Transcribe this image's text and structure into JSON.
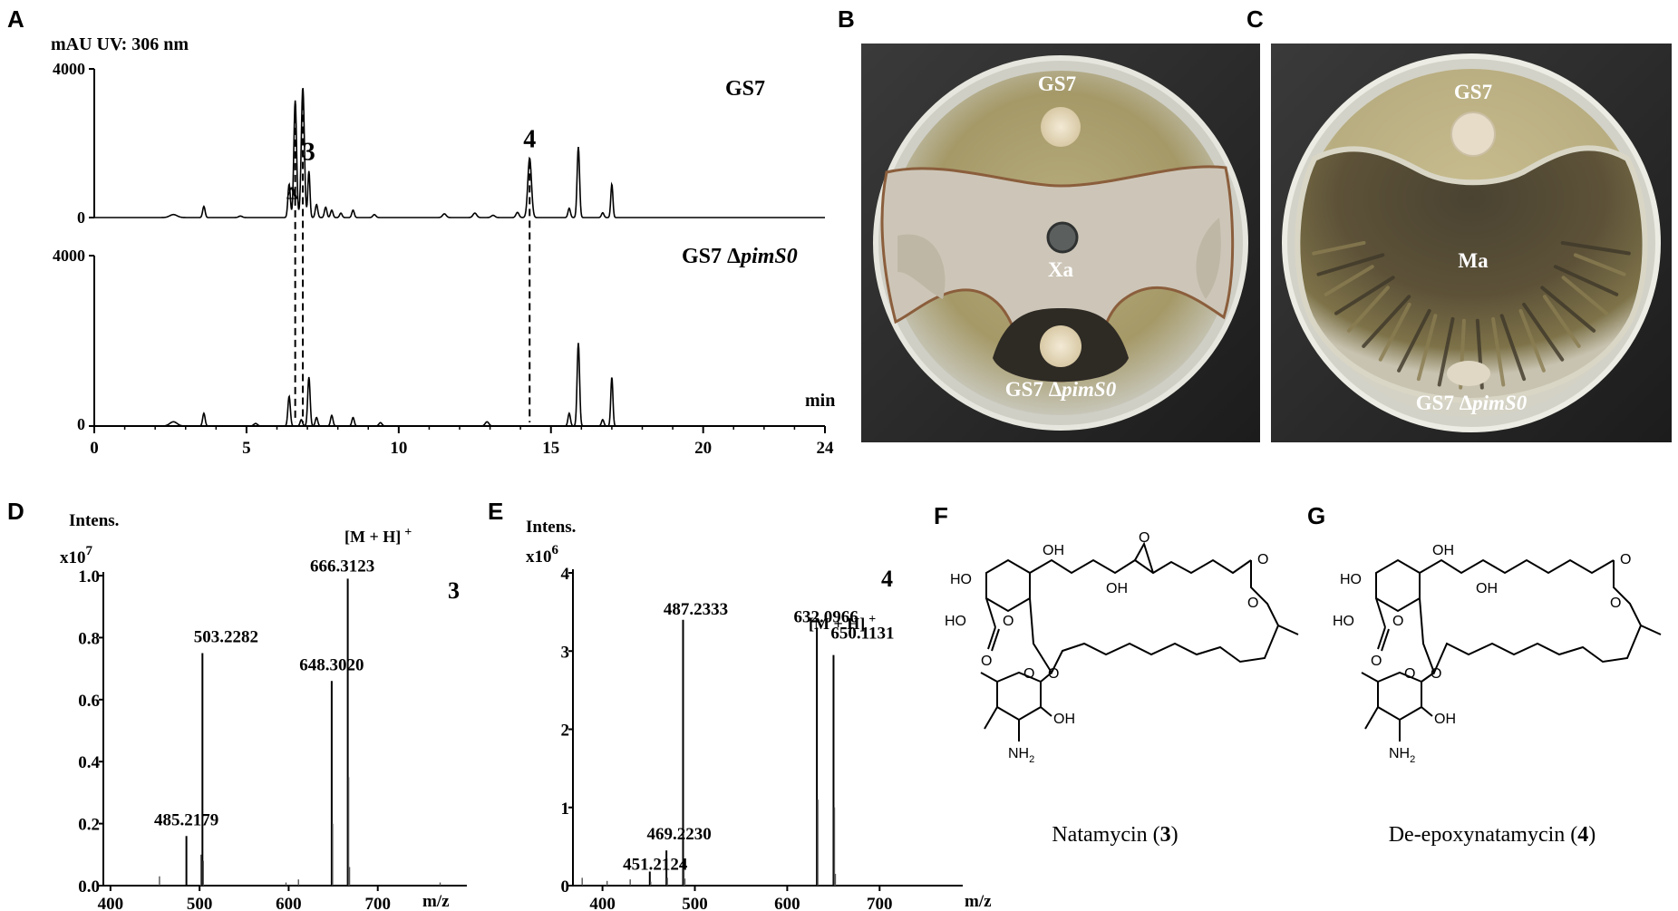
{
  "panels": {
    "A": "A",
    "B": "B",
    "C": "C",
    "D": "D",
    "E": "E",
    "F": "F",
    "G": "G"
  },
  "panel_A": {
    "ylabel": "mAU UV: 306 nm",
    "top_trace_label": "GS7",
    "bottom_trace_label_prefix": "GS7 Δ",
    "bottom_trace_label_gene": "pimS0",
    "ytick_top_max": "4000",
    "ytick_top_zero": "0",
    "ytick_bottom_max": "4000",
    "ytick_bottom_zero": "0",
    "x_unit": "min",
    "peak_label_delta": "Δ",
    "peak_label_3": "3",
    "peak_label_4": "4"
  },
  "panel_B": {
    "top_colony": "GS7",
    "center_fungus": "Xa",
    "bottom_colony_prefix": "GS7 Δ",
    "bottom_colony_gene": "pimS0"
  },
  "panel_C": {
    "top_colony": "GS7",
    "center_fungus": "Ma",
    "bottom_colony_prefix": "GS7 Δ",
    "bottom_colony_gene": "pimS0"
  },
  "panel_D": {
    "ylabel": "Intens.",
    "scale": "x10",
    "scale_exp": "7",
    "adduct_label": "[M + H]",
    "adduct_charge": "+",
    "compound_number": "3",
    "x_unit": "m/z"
  },
  "panel_E": {
    "ylabel": "Intens.",
    "scale": "x10",
    "scale_exp": "6",
    "adduct_label": "[M + H]",
    "adduct_charge": "+",
    "compound_number": "4",
    "x_unit": "m/z"
  },
  "panel_F": {
    "caption_name": "Natamycin (",
    "caption_num": "3",
    "caption_close": ")"
  },
  "panel_G": {
    "caption_name": "De-epoxynatamycin (",
    "caption_num": "4",
    "caption_close": ")"
  },
  "structure_atoms": {
    "ho": "HO",
    "oh": "OH",
    "o": "O",
    "nh": "NH",
    "sub2": "2"
  },
  "chart_data": [
    {
      "id": "A-top",
      "type": "line",
      "title": "",
      "xlabel": "min",
      "ylabel": "mAU UV: 306 nm",
      "xlim": [
        0,
        24
      ],
      "ylim": [
        0,
        4000
      ],
      "xticks": [
        0,
        5,
        10,
        15,
        20,
        24
      ],
      "yticks": [
        0,
        4000
      ],
      "series": [
        {
          "name": "GS7",
          "peaks": [
            {
              "x": 2.6,
              "y": 80,
              "w": 0.12
            },
            {
              "x": 3.6,
              "y": 300,
              "w": 0.04
            },
            {
              "x": 4.8,
              "y": 40,
              "w": 0.06
            },
            {
              "x": 6.4,
              "y": 900,
              "w": 0.04
            },
            {
              "x": 6.6,
              "y": 3150,
              "w": 0.045
            },
            {
              "x": 6.85,
              "y": 3500,
              "w": 0.05
            },
            {
              "x": 7.05,
              "y": 1250,
              "w": 0.035
            },
            {
              "x": 7.3,
              "y": 350,
              "w": 0.04
            },
            {
              "x": 7.6,
              "y": 280,
              "w": 0.04
            },
            {
              "x": 7.8,
              "y": 200,
              "w": 0.04
            },
            {
              "x": 8.1,
              "y": 120,
              "w": 0.04
            },
            {
              "x": 8.5,
              "y": 200,
              "w": 0.04
            },
            {
              "x": 9.2,
              "y": 80,
              "w": 0.05
            },
            {
              "x": 11.5,
              "y": 100,
              "w": 0.06
            },
            {
              "x": 12.5,
              "y": 120,
              "w": 0.06
            },
            {
              "x": 13.1,
              "y": 60,
              "w": 0.06
            },
            {
              "x": 13.9,
              "y": 140,
              "w": 0.05
            },
            {
              "x": 14.3,
              "y": 1600,
              "w": 0.06
            },
            {
              "x": 15.6,
              "y": 250,
              "w": 0.04
            },
            {
              "x": 15.9,
              "y": 1900,
              "w": 0.04
            },
            {
              "x": 16.7,
              "y": 130,
              "w": 0.04
            },
            {
              "x": 17.0,
              "y": 900,
              "w": 0.035
            }
          ]
        }
      ],
      "annotations": [
        {
          "text": "Δ",
          "x": 6.6
        },
        {
          "text": "3",
          "x": 6.85
        },
        {
          "text": "4",
          "x": 14.3
        }
      ]
    },
    {
      "id": "A-bottom",
      "type": "line",
      "title": "",
      "xlabel": "min",
      "ylabel": "",
      "xlim": [
        0,
        24
      ],
      "ylim": [
        0,
        4000
      ],
      "xticks": [
        0,
        5,
        10,
        15,
        20,
        24
      ],
      "yticks": [
        0,
        4000
      ],
      "series": [
        {
          "name": "GS7 ΔpimS0",
          "peaks": [
            {
              "x": 2.6,
              "y": 100,
              "w": 0.12
            },
            {
              "x": 3.6,
              "y": 300,
              "w": 0.04
            },
            {
              "x": 5.3,
              "y": 60,
              "w": 0.06
            },
            {
              "x": 6.4,
              "y": 700,
              "w": 0.04
            },
            {
              "x": 6.8,
              "y": 150,
              "w": 0.04
            },
            {
              "x": 7.05,
              "y": 1150,
              "w": 0.04
            },
            {
              "x": 7.3,
              "y": 200,
              "w": 0.04
            },
            {
              "x": 7.8,
              "y": 250,
              "w": 0.04
            },
            {
              "x": 8.5,
              "y": 200,
              "w": 0.04
            },
            {
              "x": 9.4,
              "y": 80,
              "w": 0.05
            },
            {
              "x": 12.9,
              "y": 100,
              "w": 0.06
            },
            {
              "x": 15.6,
              "y": 300,
              "w": 0.04
            },
            {
              "x": 15.9,
              "y": 1950,
              "w": 0.04
            },
            {
              "x": 16.7,
              "y": 150,
              "w": 0.04
            },
            {
              "x": 17.0,
              "y": 1150,
              "w": 0.035
            }
          ]
        }
      ],
      "dashed_guides_x": [
        6.6,
        6.85,
        14.3
      ]
    },
    {
      "id": "D",
      "type": "bar",
      "title": "",
      "xlabel": "m/z",
      "ylabel": "Intens. x10^7",
      "xlim": [
        392,
        800
      ],
      "ylim": [
        0,
        1.0
      ],
      "xticks": [
        400,
        500,
        600,
        700
      ],
      "yticks": [
        0.0,
        0.2,
        0.4,
        0.6,
        0.8,
        1.0
      ],
      "ytick_labels": [
        "0.0",
        "0.2",
        "0.4",
        "0.6",
        "0.8",
        "1.0"
      ],
      "peaks": [
        {
          "x": 455.0,
          "y": 0.03
        },
        {
          "x": 485.2179,
          "y": 0.16,
          "label": "485.2179"
        },
        {
          "x": 501.6,
          "y": 0.1
        },
        {
          "x": 503.2282,
          "y": 0.75,
          "label": "503.2282"
        },
        {
          "x": 504.2,
          "y": 0.08
        },
        {
          "x": 597.0,
          "y": 0.01
        },
        {
          "x": 611.0,
          "y": 0.02
        },
        {
          "x": 648.302,
          "y": 0.66,
          "label": "648.3020"
        },
        {
          "x": 649.3,
          "y": 0.2
        },
        {
          "x": 666.3123,
          "y": 0.99,
          "label": "666.3123"
        },
        {
          "x": 667.3,
          "y": 0.35
        },
        {
          "x": 668.3,
          "y": 0.06
        },
        {
          "x": 770.0,
          "y": 0.01
        }
      ]
    },
    {
      "id": "E",
      "type": "bar",
      "title": "",
      "xlabel": "m/z",
      "ylabel": "Intens. x10^6",
      "xlim": [
        368,
        790
      ],
      "ylim": [
        0,
        4
      ],
      "xticks": [
        400,
        500,
        600,
        700
      ],
      "yticks": [
        0,
        1,
        2,
        3,
        4
      ],
      "ytick_labels": [
        "0",
        "1",
        "2",
        "3",
        "4"
      ],
      "peaks": [
        {
          "x": 378.0,
          "y": 0.1
        },
        {
          "x": 405.0,
          "y": 0.06
        },
        {
          "x": 430.0,
          "y": 0.08
        },
        {
          "x": 451.2124,
          "y": 0.18,
          "label": "451.2124"
        },
        {
          "x": 452.2,
          "y": 0.05
        },
        {
          "x": 469.223,
          "y": 0.45,
          "label": "469.2230"
        },
        {
          "x": 470.2,
          "y": 0.1
        },
        {
          "x": 487.2333,
          "y": 3.4,
          "label": "487.2333"
        },
        {
          "x": 488.2,
          "y": 0.22
        },
        {
          "x": 489.2,
          "y": 0.09
        },
        {
          "x": 632.0966,
          "y": 3.3,
          "label": "632.0966"
        },
        {
          "x": 633.1,
          "y": 1.1
        },
        {
          "x": 650.1131,
          "y": 2.95,
          "label": "650.1131"
        },
        {
          "x": 651.1,
          "y": 1.0
        },
        {
          "x": 652.1,
          "y": 0.15
        }
      ]
    }
  ]
}
